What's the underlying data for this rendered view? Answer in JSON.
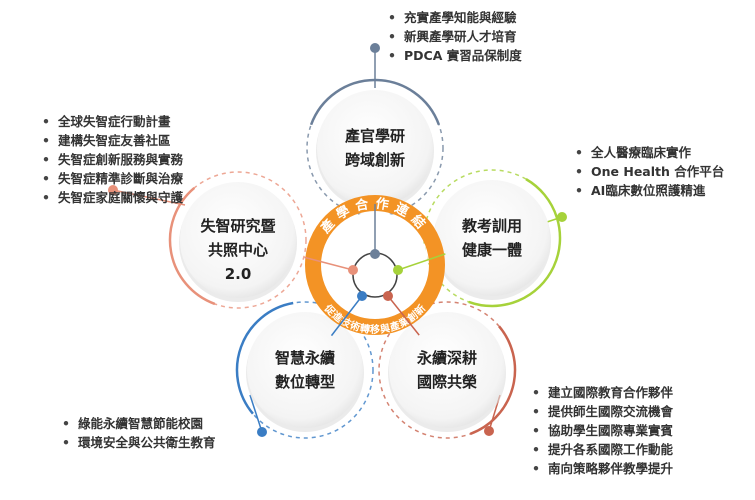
{
  "center": {
    "ring_top_text": "產學合作連結",
    "ring_bottom_text": "促進技術轉移與產業創新",
    "ring_color": "#f39325"
  },
  "nodes": [
    {
      "id": "top",
      "lines": [
        "產官學研",
        "跨域創新"
      ],
      "color": "#6b7f99",
      "items": [
        "充實產學知能與經驗",
        "新興產學研人才培育",
        "PDCA 實習品保制度"
      ]
    },
    {
      "id": "right",
      "lines": [
        "教考訓用",
        "健康一體"
      ],
      "color": "#a6d23a",
      "items": [
        "全人醫療臨床實作",
        "One Health 合作平台",
        "AI臨床數位照護精進"
      ]
    },
    {
      "id": "left",
      "lines": [
        "失智研究暨",
        "共照中心",
        "2.0"
      ],
      "color": "#e8917a",
      "items": [
        "全球失智症行動計畫",
        "建構失智症友善社區",
        "失智症創新服務與實務",
        "失智症精準診斷與治療",
        "失智症家庭關懷與守護"
      ]
    },
    {
      "id": "bottom-left",
      "lines": [
        "智慧永續",
        "數位轉型"
      ],
      "color": "#3a7dc4",
      "items": [
        "綠能永續智慧節能校園",
        "環境安全與公共衛生教育"
      ]
    },
    {
      "id": "bottom-right",
      "lines": [
        "永續深耕",
        "國際共榮"
      ],
      "color": "#c9644f",
      "items": [
        "建立國際教育合作夥伴",
        "提供師生國際交流機會",
        "協助學生國際專業實賓",
        "提升各系國際工作動能",
        "南向策略夥伴教學提升"
      ]
    }
  ]
}
